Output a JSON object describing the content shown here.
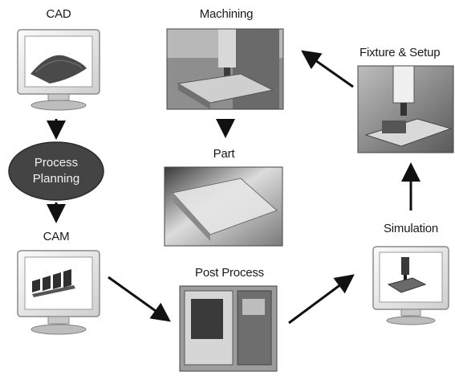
{
  "labels": {
    "cad": "CAD",
    "machining": "Machining",
    "fixture": "Fixture & Setup",
    "process_line1": "Process",
    "process_line2": "Planning",
    "part": "Part",
    "cam": "CAM",
    "simulation": "Simulation",
    "post_process": "Post Process"
  }
}
